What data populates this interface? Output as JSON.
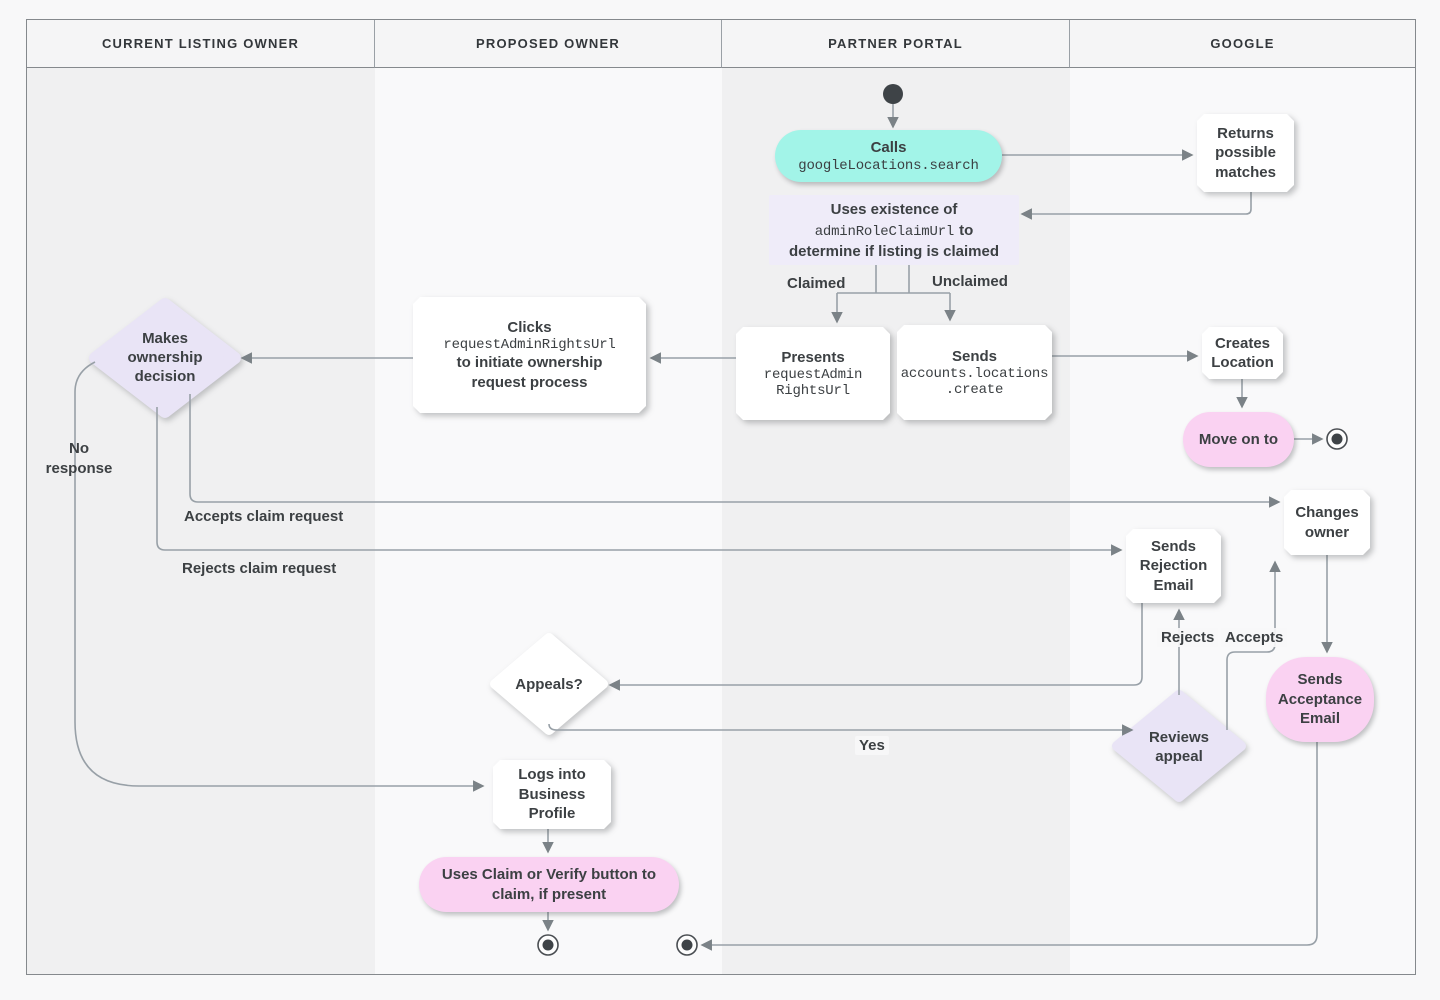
{
  "lanes": [
    "CURRENT LISTING OWNER",
    "PROPOSED OWNER",
    "PARTNER PORTAL",
    "GOOGLE"
  ],
  "nodes": {
    "calls": {
      "title": "Calls",
      "code": "googleLocations.search"
    },
    "returns_matches": {
      "label": "Returns possible matches"
    },
    "uses_existence": {
      "line1": "Uses existence of",
      "code": "adminRoleClaimUrl",
      "line2": "to",
      "line3": "determine if listing is claimed"
    },
    "presents": {
      "title": "Presents",
      "code_lines": [
        "requestAdmin",
        "RightsUrl"
      ]
    },
    "sends_create": {
      "title": "Sends",
      "code_lines": [
        "accounts.locations",
        ".create"
      ]
    },
    "creates_location": {
      "label": "Creates Location"
    },
    "move_on": {
      "label": "Move on to"
    },
    "clicks": {
      "title": "Clicks",
      "code": "requestAdminRightsUrl",
      "rest": "to initiate ownership request process"
    },
    "makes_decision": {
      "label": "Makes ownership decision"
    },
    "sends_rejection": {
      "label": "Sends Rejection Email"
    },
    "changes_owner": {
      "label": "Changes owner"
    },
    "sends_acceptance": {
      "label": "Sends Acceptance Email"
    },
    "reviews_appeal": {
      "label": "Reviews appeal"
    },
    "appeals": {
      "label": "Appeals?"
    },
    "logs_into": {
      "label": "Logs into Business Profile"
    },
    "uses_claim": {
      "label": "Uses Claim or Verify button to claim, if present"
    }
  },
  "edge_labels": {
    "claimed": "Claimed",
    "unclaimed": "Unclaimed",
    "no_response": "No response",
    "accepts_claim": "Accepts claim request",
    "rejects_claim": "Rejects claim request",
    "rejects": "Rejects",
    "accepts": "Accepts",
    "yes": "Yes"
  },
  "colors": {
    "ink": "#3C4043",
    "line": "#98A0A7",
    "arrow": "#7B8287",
    "teal": "#A2F4E8",
    "pink": "#FAD2F2",
    "lavender": "#E9E4F6",
    "lavender-light": "#EFECF9",
    "lane-dark": "#F0F0F1",
    "lane-light": "#F9F9FA",
    "header-bg": "#F5F5F6",
    "border": "#85898D",
    "node-dark": "#3E4347"
  }
}
